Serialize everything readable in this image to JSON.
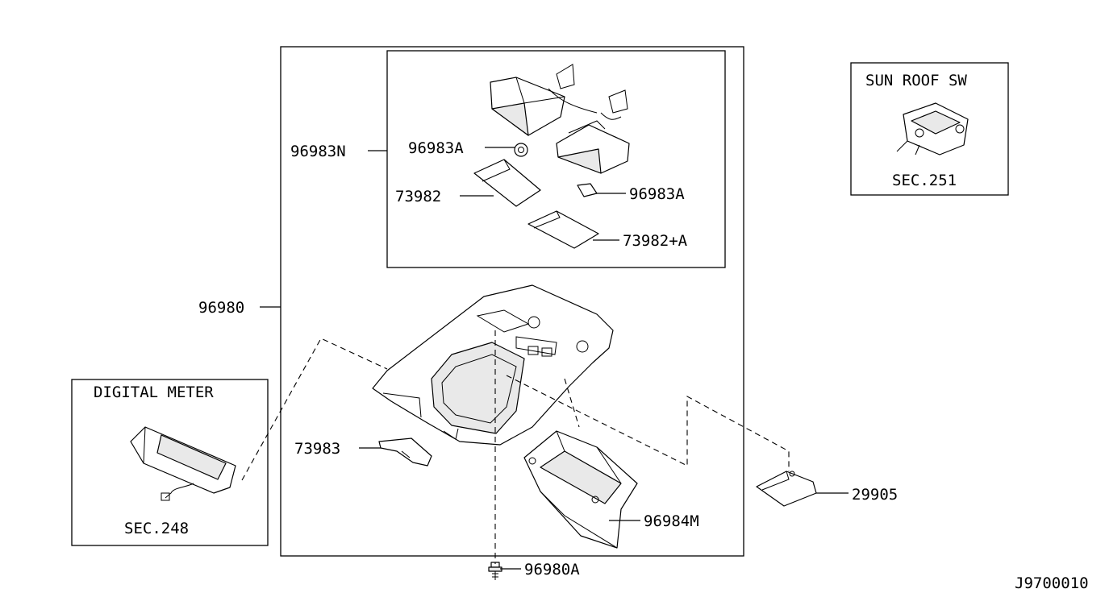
{
  "main_assembly": {
    "labels": {
      "inner_assembly": "96983N",
      "bulb_upper": "96983A",
      "lens_left": "73982",
      "bulb_lower": "96983A",
      "lens_right": "73982+A",
      "console": "96980",
      "bracket": "73983",
      "holder": "96984M",
      "screw": "96980A"
    }
  },
  "external_parts": {
    "sunglass_part": "29905"
  },
  "digital_meter_box": {
    "title": "DIGITAL METER",
    "section_ref": "SEC.248"
  },
  "sunroof_box": {
    "title": "SUN ROOF SW",
    "section_ref": "SEC.251"
  },
  "diagram_code": "J9700010"
}
